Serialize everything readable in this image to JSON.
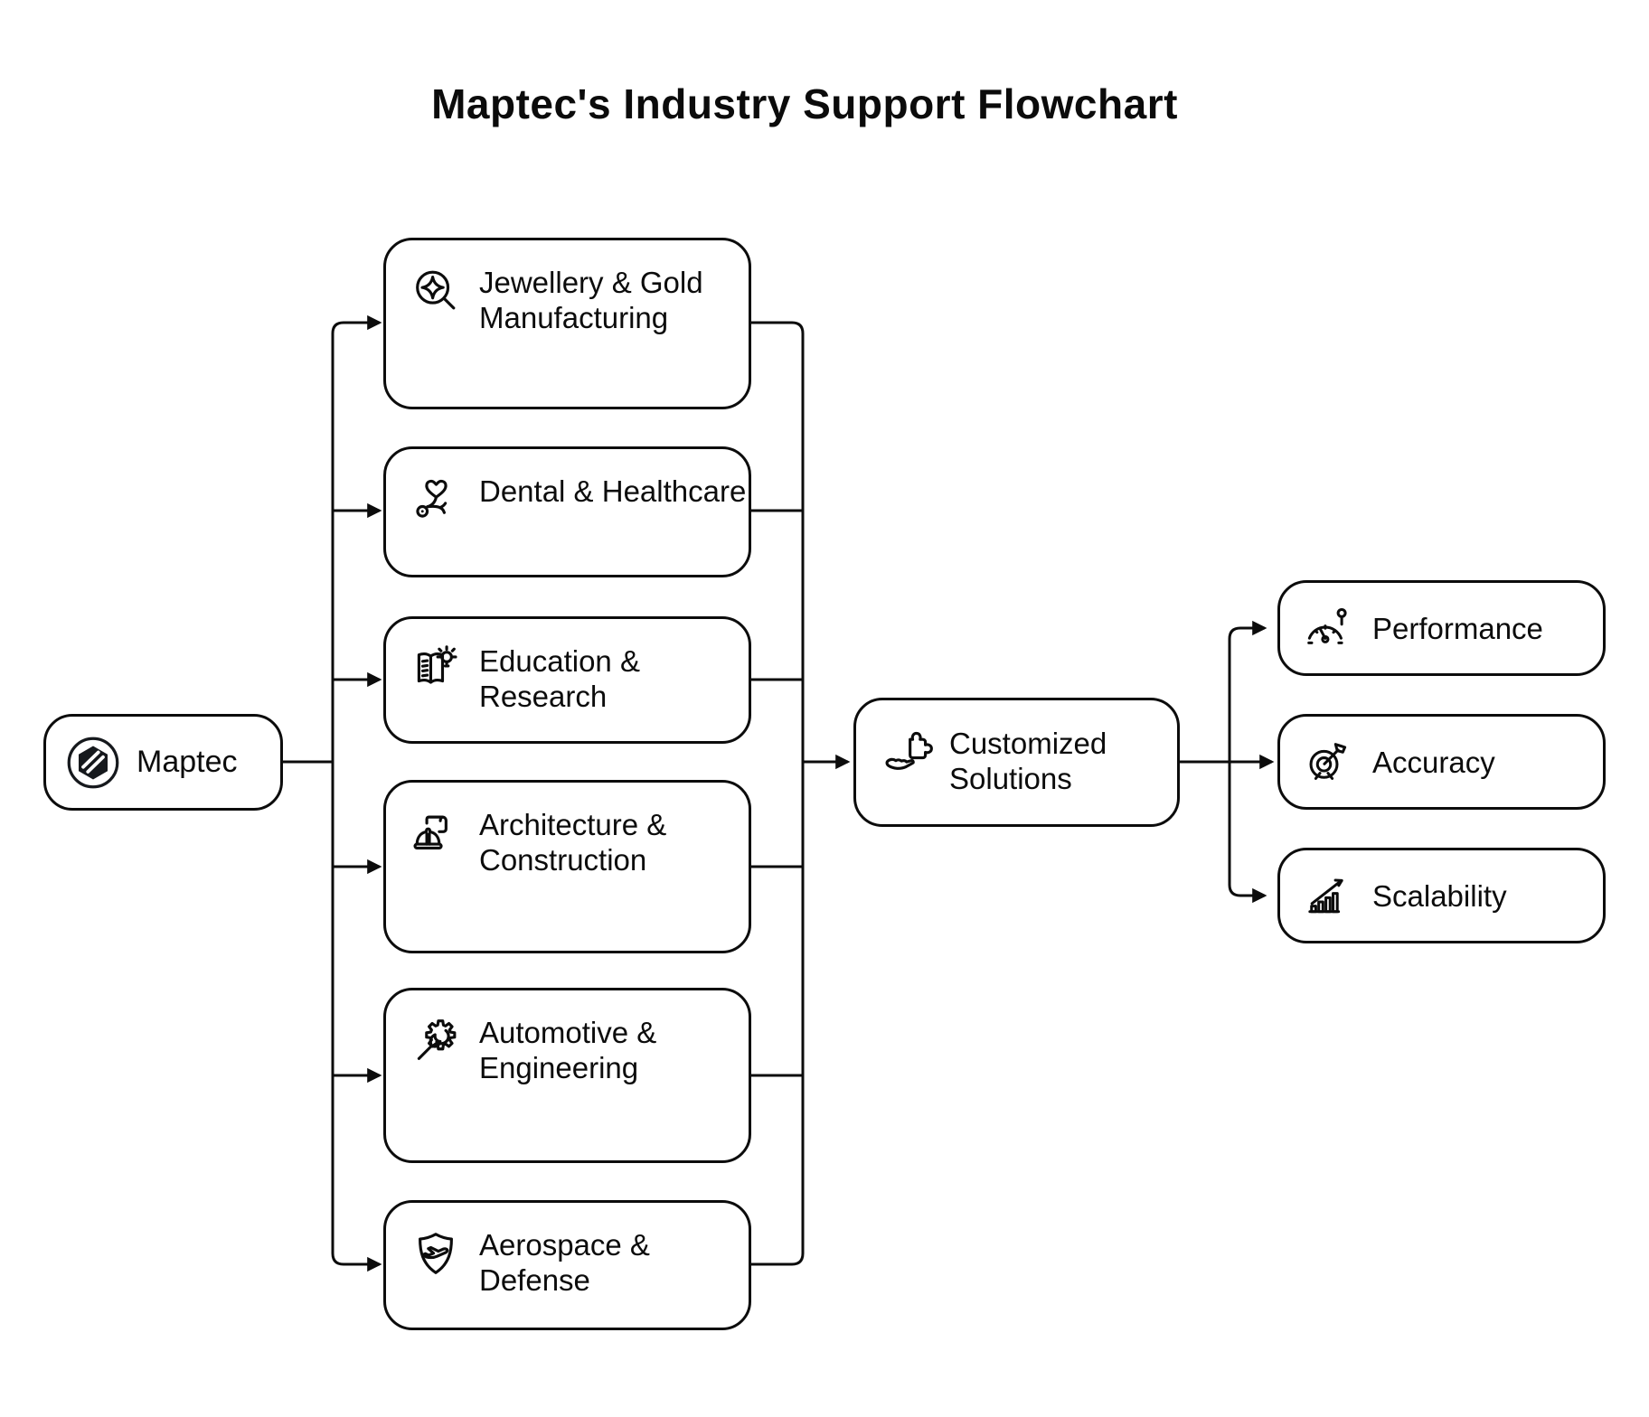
{
  "title": "Maptec's Industry Support Flowchart",
  "colors": {
    "stroke": "#0c0c0c",
    "background": "#ffffff",
    "node_fill": "#ffffff",
    "logo_fill": "#16191d"
  },
  "root": {
    "label": "Maptec",
    "icon": "maptec-logo-icon"
  },
  "industries": [
    {
      "label": "Jewellery & Gold Manufacturing",
      "icon": "gem-magnifier-icon"
    },
    {
      "label": "Dental & Healthcare",
      "icon": "heart-stethoscope-icon"
    },
    {
      "label": "Education & Research",
      "icon": "book-lightbulb-icon"
    },
    {
      "label": "Architecture & Construction",
      "icon": "hardhat-blueprint-icon"
    },
    {
      "label": "Automotive & Engineering",
      "icon": "gear-wrench-icon"
    },
    {
      "label": "Aerospace & Defense",
      "icon": "shield-plane-icon"
    }
  ],
  "hub": {
    "label": "Customized Solutions",
    "icon": "hand-puzzle-icon"
  },
  "outcomes": [
    {
      "label": "Performance",
      "icon": "speedometer-icon"
    },
    {
      "label": "Accuracy",
      "icon": "target-arrow-icon"
    },
    {
      "label": "Scalability",
      "icon": "growth-chart-icon"
    }
  ]
}
